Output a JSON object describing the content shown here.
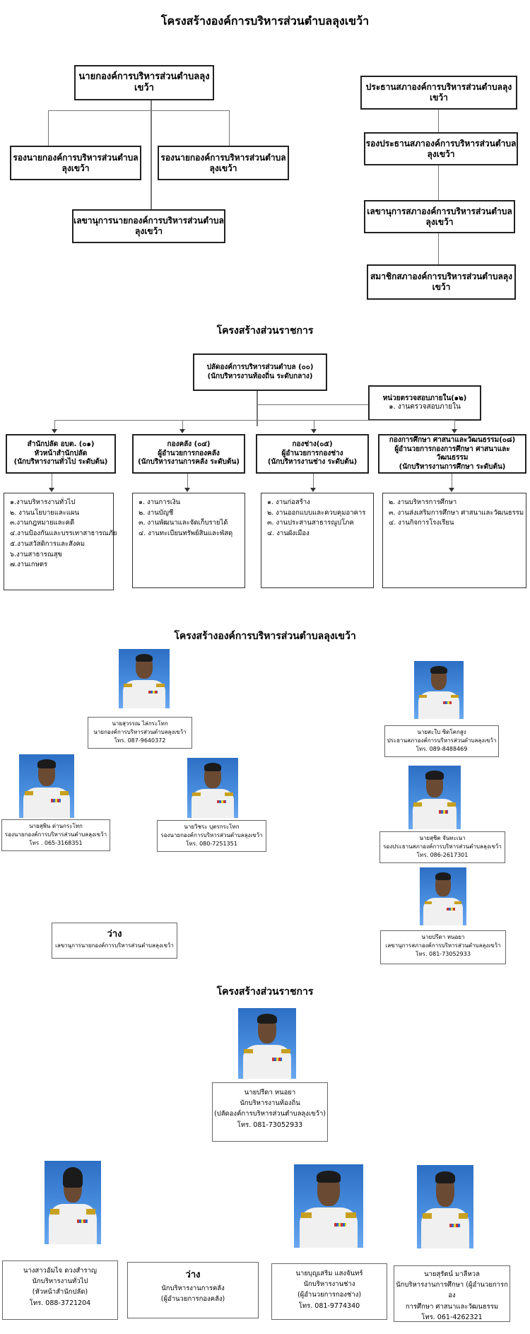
{
  "titles": {
    "main": "โครงสร้างองค์การบริหารส่วนตำบลลุงเขว้า",
    "gov": "โครงสร้างส่วนราชการ",
    "people": "โครงสร้างองค์การบริหารส่วนตำบลลุงเขว้า",
    "gov2": "โครงสร้างส่วนราชการ"
  },
  "exec": {
    "mayor": "นายกองค์การบริหารส่วนตำบลลุงเขว้า",
    "deputy1": "รองนายกองค์การบริหารส่วนตำบลลุงเขว้า",
    "deputy2": "รองนายกองค์การบริหารส่วนตำบลลุงเขว้า",
    "secretary": "เลขานุการนายกองค์การบริหารส่วนตำบลลุงเขว้า"
  },
  "council": {
    "chair": "ประธานสภาองค์การบริหารส่วนตำบลลุงเขว้า",
    "vice": "รองประธานสภาองค์การบริหารส่วนตำบลลุงเขว้า",
    "secretary": "เลขานุการสภาองค์การบริหารส่วนตำบลลุงเขว้า",
    "member": "สมาชิกสภาองค์การบริหารส่วนตำบลลุงเขว้า"
  },
  "gov": {
    "top_l1": "ปลัดองค์การบริหารส่วนตำบล (๐๐)",
    "top_l2": "(นักบริหารงานท้องถิ่น ระดับกลาง)",
    "audit_l1": "หน่วยตรวจสอบภายใน(๑๒)",
    "audit_l2": "๑. งานตรวจสอบภายใน",
    "divisions": [
      {
        "l1": "สำนักปลัด อบต. (๐๑)",
        "l2": "หัวหน้าสำนักปลัด",
        "l3": "(นักบริหารงานทั่วไป ระดับต้น)"
      },
      {
        "l1": "กองคลัง (๐๔)",
        "l2": "ผู้อำนวยการกองคลัง",
        "l3": "(นักบริหารงานการคลัง ระดับต้น)"
      },
      {
        "l1": "กองช่าง(๐๕)",
        "l2": "ผู้อำนวยการกองช่าง",
        "l3": "(นักบริหารงานช่าง ระดับต้น)"
      },
      {
        "l1": "กองการศึกษา ศาสนาและวัฒนธรรม(๐๘)",
        "l2": "ผู้อำนวยการกองการศึกษา ศาสนาและวัฒนธรรม",
        "l3": "(นักบริหารงานการศึกษา ระดับต้น)"
      }
    ],
    "tasks": [
      [
        "๑.งานบริหารงานทั่วไป",
        "๒. งานนโยบายและแผน",
        "๓.งานกฎหมายและคดี",
        "๔.งานป้องกันและบรรเทาสาธารณภัย",
        "๕.งานสวัสดิการและสังคม",
        "๖.งานสาธารณสุข",
        "๗.งานเกษตร"
      ],
      [
        "๑. งานการเงิน",
        "๒. งานบัญชี",
        "๓. งานพัฒนาและจัดเก็บรายได้",
        "๔. งานทะเบียนทรัพย์สินและพัสดุ"
      ],
      [
        "๑. งานก่อสร้าง",
        "๒. งานออกแบบและควบคุมอาคาร",
        "๓. งานประสานสาธารณูปโภค",
        "๔. งานผังเมือง"
      ],
      [
        "๒. งานบริหารการศึกษา",
        "๓. งานส่งเสริมการศึกษา ศาสนาและวัฒนธรรม",
        "๔. งานกิจการโรงเรียน"
      ]
    ]
  },
  "people": {
    "mayor": {
      "name": "นายสุวรรณ ไล่กระโทก",
      "pos": "นายกองค์การบริหารส่วนตำบลลุงเขว้า",
      "tel": "โทร. 087-9640372"
    },
    "dep1": {
      "name": "นายสุพิน ด่านกระโทก",
      "pos": "รองนายกองค์การบริหารส่วนตำบลลุงเขว้า",
      "tel": "โทร . 065-3168351"
    },
    "dep2": {
      "name": "นายวิชระ บุตรกระโทก",
      "pos": "รองนายกองค์การบริหารส่วนตำบลลุงเขว้า",
      "tel": "โทร. 080-7251351"
    },
    "vacant_big": "ว่าง",
    "vacant_pos": "เลขานุการนายกองค์การบริหารส่วนตำบลลุงเขว้า",
    "chair": {
      "name": "นายสะใบ ซิดโคกสูง",
      "pos": "ประธานสภาองค์การบริหารส่วนตำบลลุงเขว้า",
      "tel": "โทร. 089-8488469"
    },
    "vice": {
      "name": "นายสุชิต จันทะเนา",
      "pos": "รองประธานสภาองค์การบริหารส่วนตำบลลุงเขว้า",
      "tel": "โทร. 086-2617301"
    },
    "sec": {
      "name": "นายปรีดา หนอยา",
      "pos": "เลขานุการสภาองค์การบริหารส่วนตำบลลุงเขว้า",
      "tel": "โทร. 081-73052933"
    }
  },
  "staff": {
    "chief": {
      "name": "นายปรีดา หนอยา",
      "l2": "นักบริหารงานท้องถิ่น",
      "l3": "(ปลัดองค์การบริหารส่วนตำบลลุงเขว้า)",
      "tel": "โทร. 081-73052933"
    },
    "s1": {
      "name": "นางสาวอัมไจ ดวงสำราญ",
      "l2": "นักบริหารงานทั่วไป",
      "l3": "(หัวหน้าสำนักปลัด)",
      "tel": "โทร. 088-3721204"
    },
    "s2": {
      "big": "ว่าง",
      "l2": "นักบริหารงานการคลัง",
      "l3": "(ผู้อำนวยการกองคลัง)"
    },
    "s3": {
      "name": "นายบุญเสริม แสงจันทร์",
      "l2": "นักบริหารงานช่าง",
      "l3": "(ผู้อำนวยการกองช่าง)",
      "tel": "โทร. 081-9774340"
    },
    "s4": {
      "name": "นายสุรัตน์ มาลีหวล",
      "l2": "นักบริหารงานการศึกษา (ผู้อำนวยการกอง",
      "l3": "การศึกษา ศาสนาและวัฒนธรรม",
      "tel": "โทร. 061-4262321"
    }
  }
}
